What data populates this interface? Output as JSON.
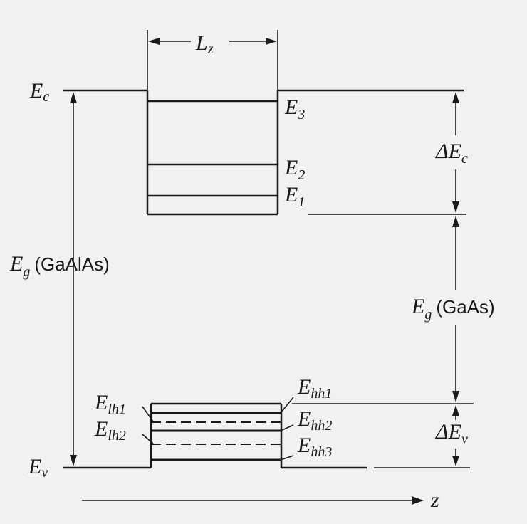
{
  "labels": {
    "lz_main": "L",
    "lz_sub": "z",
    "ec_main": "E",
    "ec_sub": "c",
    "ev_main": "E",
    "ev_sub": "v",
    "e3_main": "E",
    "e3_sub": "3",
    "e2_main": "E",
    "e2_sub": "2",
    "e1_main": "E",
    "e1_sub": "1",
    "dec_main": "ΔE",
    "dec_sub": "c",
    "dev_main": "ΔE",
    "dev_sub": "v",
    "eg_algaas_main": "E",
    "eg_algaas_sub": "g",
    "eg_algaas_mat": "(GaAlAs)",
    "eg_gaas_main": "E",
    "eg_gaas_sub": "g",
    "eg_gaas_mat": "(GaAs)",
    "elh1_main": "E",
    "elh1_sub": "lh1",
    "elh2_main": "E",
    "elh2_sub": "lh2",
    "ehh1_main": "E",
    "ehh1_sub": "hh1",
    "ehh2_main": "E",
    "ehh2_sub": "hh2",
    "ehh3_main": "E",
    "ehh3_sub": "hh3",
    "z_axis": "z"
  }
}
